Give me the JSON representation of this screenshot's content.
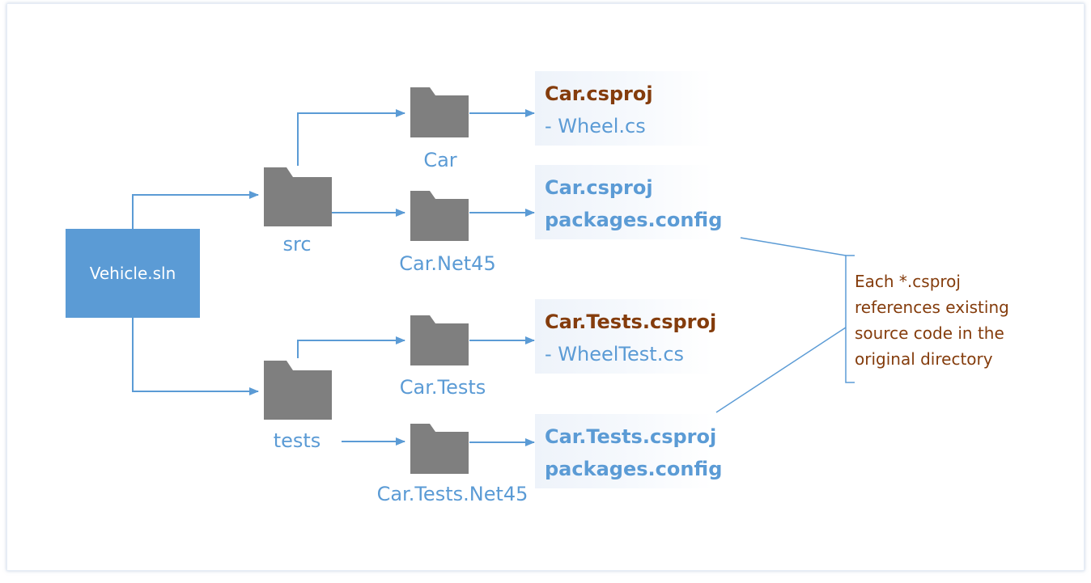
{
  "solution": {
    "label": "Vehicle.sln"
  },
  "folders": {
    "src": "src",
    "tests": "tests",
    "car": "Car",
    "car_net45": "Car.Net45",
    "car_tests": "Car.Tests",
    "car_tests_net45": "Car.Tests.Net45"
  },
  "projects": {
    "car": {
      "title": "Car.csproj",
      "item": "- Wheel.cs"
    },
    "car_net45": {
      "title": "Car.csproj",
      "item": "packages.config"
    },
    "car_tests": {
      "title": "Car.Tests.csproj",
      "item": "- WheelTest.cs"
    },
    "car_tests_net45": {
      "title": "Car.Tests.csproj",
      "item": "packages.config"
    }
  },
  "note": "Each *.csproj references existing source code in the original directory",
  "colors": {
    "accent_blue": "#5b9bd5",
    "folder_gray": "#7f7f7f",
    "brown": "#843c0c"
  }
}
